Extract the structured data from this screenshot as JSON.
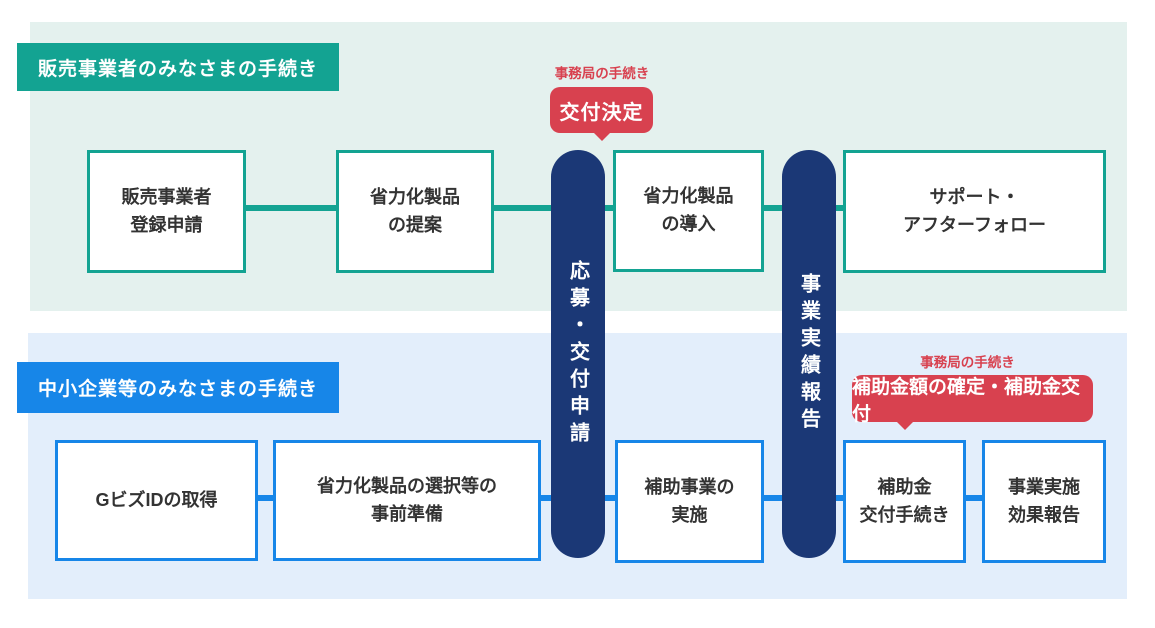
{
  "colors": {
    "teal": "#13A392",
    "teal_lane_bg": "#E4F1EE",
    "blue": "#1786E8",
    "blue_lane_bg": "#E3EEFB",
    "navy_pill": "#1B3876",
    "red_badge": "#D8414F",
    "box_text": "#333333"
  },
  "lanes": {
    "top": {
      "header": "販売事業者のみなさまの手続き",
      "boxes": [
        {
          "line1": "販売事業者",
          "line2": "登録申請"
        },
        {
          "line1": "省力化製品",
          "line2": "の提案"
        },
        {
          "line1": "省力化製品",
          "line2": "の導入"
        },
        {
          "line1": "サポート・",
          "line2": "アフターフォロー"
        }
      ]
    },
    "bottom": {
      "header": "中小企業等のみなさまの手続き",
      "boxes": [
        {
          "line1": "GビズIDの取得",
          "line2": ""
        },
        {
          "line1": "省力化製品の選択等の",
          "line2": "事前準備"
        },
        {
          "line1": "補助事業の",
          "line2": "実施"
        },
        {
          "line1": "補助金",
          "line2": "交付手続き"
        },
        {
          "line1": "事業実施",
          "line2": "効果報告"
        }
      ]
    }
  },
  "pills": [
    {
      "label": "応募・交付申請"
    },
    {
      "label": "事業実績報告"
    }
  ],
  "office_badges": [
    {
      "caption": "事務局の手続き",
      "label": "交付決定"
    },
    {
      "caption": "事務局の手続き",
      "label": "補助金額の確定・補助金交付"
    }
  ]
}
